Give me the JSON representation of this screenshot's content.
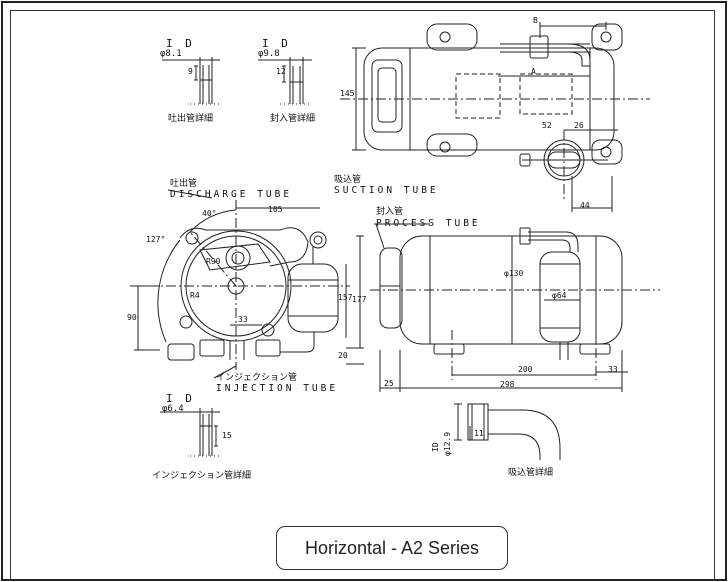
{
  "series_label": "Horizontal - A2 Series",
  "details": {
    "discharge": {
      "id": "I D",
      "dia": "φ8.1",
      "dim": "9",
      "name": "吐出管詳細"
    },
    "process": {
      "id": "I D",
      "dia": "φ9.8",
      "dim": "12",
      "name": "封入管詳細"
    },
    "injection": {
      "id": "I D",
      "dia": "φ6.4",
      "dim": "15",
      "name": "インジェクション管詳細"
    },
    "suction": {
      "id": "ID",
      "dia": "φ12.9",
      "dim": "11",
      "name": "吸込管詳細"
    }
  },
  "tubes": {
    "discharge_jp": "吐出管",
    "discharge_en": "DISCHARGE TUBE",
    "suction_jp": "吸込管",
    "suction_en": "SUCTION TUBE",
    "process_jp": "封入管",
    "process_en": "PROCESS TUBE",
    "injection_jp": "インジェクション管",
    "injection_en": "INJECTION TUBE"
  },
  "dimensions": {
    "top_b": "B",
    "top_a": "A",
    "top_145": "145",
    "top_52": "52",
    "top_26": "26",
    "top_44": "44",
    "front_40": "40°",
    "front_105": "105",
    "front_127": "127°",
    "front_r90": "R90",
    "front_r4": "R4",
    "front_90": "90",
    "front_33": "33",
    "front_157": "157",
    "front_177": "177",
    "front_20": "20",
    "side_130": "φ130",
    "side_64": "φ64",
    "side_200": "200",
    "side_33": "33",
    "side_25": "25",
    "side_298": "298"
  }
}
